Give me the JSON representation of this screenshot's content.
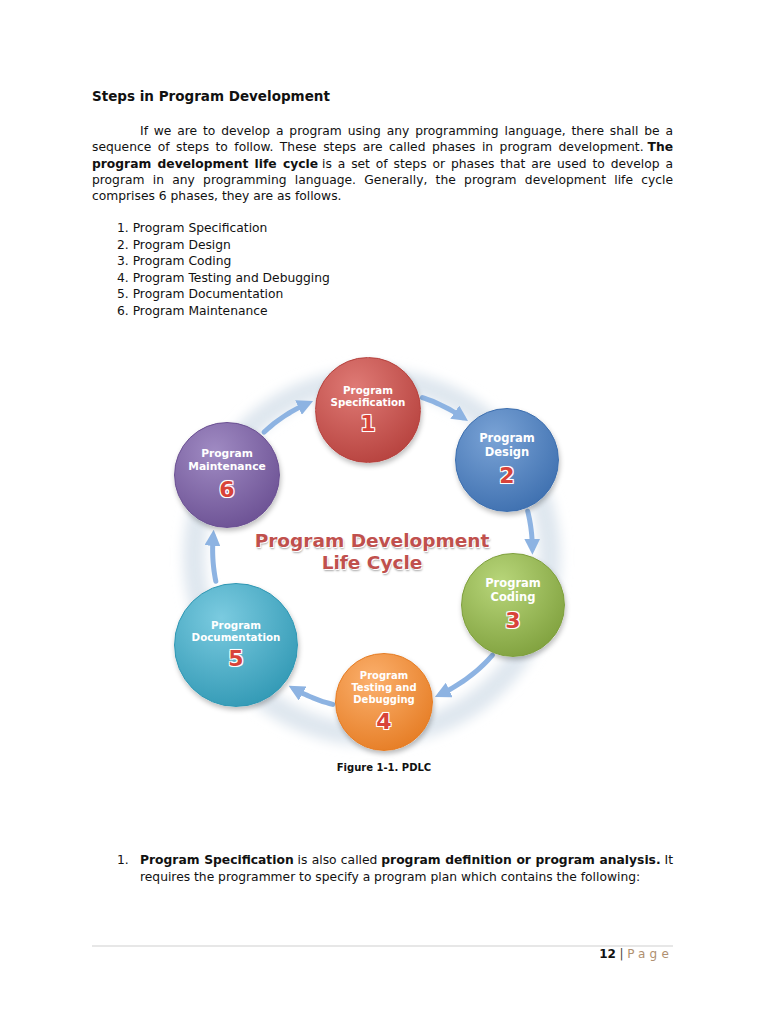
{
  "diagram": {
    "title": "Steps in Program Development",
    "caption": "Figure 1-1. PDLC",
    "nodes": [
      {
        "text": [
          "Program Specification",
          "1"
        ]
      },
      {
        "text": [
          "Program Design",
          "2"
        ]
      },
      {
        "text": [
          "Program Coding",
          "3"
        ]
      },
      {
        "text": [
          "Program Testing and Debugging",
          "4"
        ]
      },
      {
        "text": [
          "Program Documentation",
          "5"
        ]
      },
      {
        "text": [
          "Program Maintenance",
          "6"
        ]
      }
    ],
    "edges": [
      {
        "from": 0,
        "to": 1,
        "arrow": "to"
      },
      {
        "from": 1,
        "to": 2,
        "arrow": "to"
      },
      {
        "from": 2,
        "to": 3,
        "arrow": "to"
      },
      {
        "from": 3,
        "to": 4,
        "arrow": "to"
      },
      {
        "from": 4,
        "to": 5,
        "arrow": "to"
      },
      {
        "from": 5,
        "to": 0,
        "arrow": "to"
      }
    ],
    "labels": [
      "If we are to develop a program using any programming language, there shall be a sequence of steps to follow. These steps are called phases in program development.",
      "The program development life cycle",
      "is a set of steps or phases that are used to develop a program in any programming language. Generally, the program development life cycle comprises 6 phases, they are as follows.",
      "1. Program Specification",
      "2. Program Design",
      "3. Program Coding",
      "4. Program Testing and Debugging",
      "5. Program Documentation",
      "6. Program Maintenance",
      "Program Development Life Cycle",
      "1.",
      "Program Specification",
      "is also called",
      "program definition or program analysis.",
      "It requires the programmer to specify a program plan which contains the following:",
      "12",
      "|",
      "Page"
    ]
  }
}
